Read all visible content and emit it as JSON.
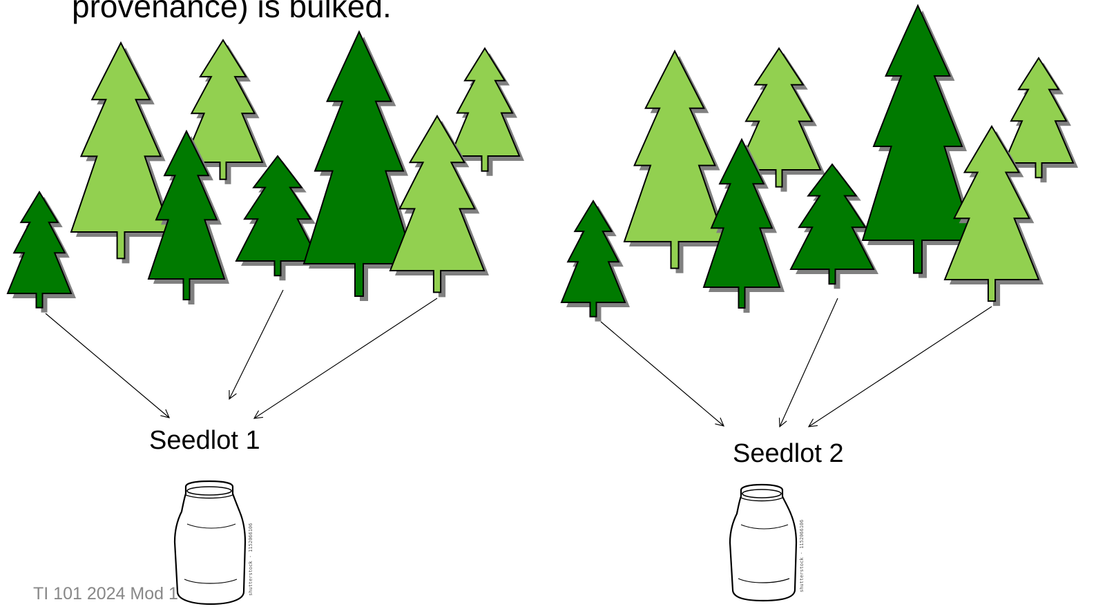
{
  "slide": {
    "heading": "provenance) is bulked.",
    "seedlot_1_label": "Seedlot 1",
    "seedlot_2_label": "Seedlot 2",
    "footer": "TI 101 2024 Mod 1",
    "jar_watermark_1": "shutterstock · 1152066106",
    "jar_watermark_2": "shutterstock · 1152066106"
  },
  "colors": {
    "light_tree": "#92d050",
    "dark_tree": "#007a00",
    "tree_shadow": "#808080",
    "outline": "#000000"
  }
}
